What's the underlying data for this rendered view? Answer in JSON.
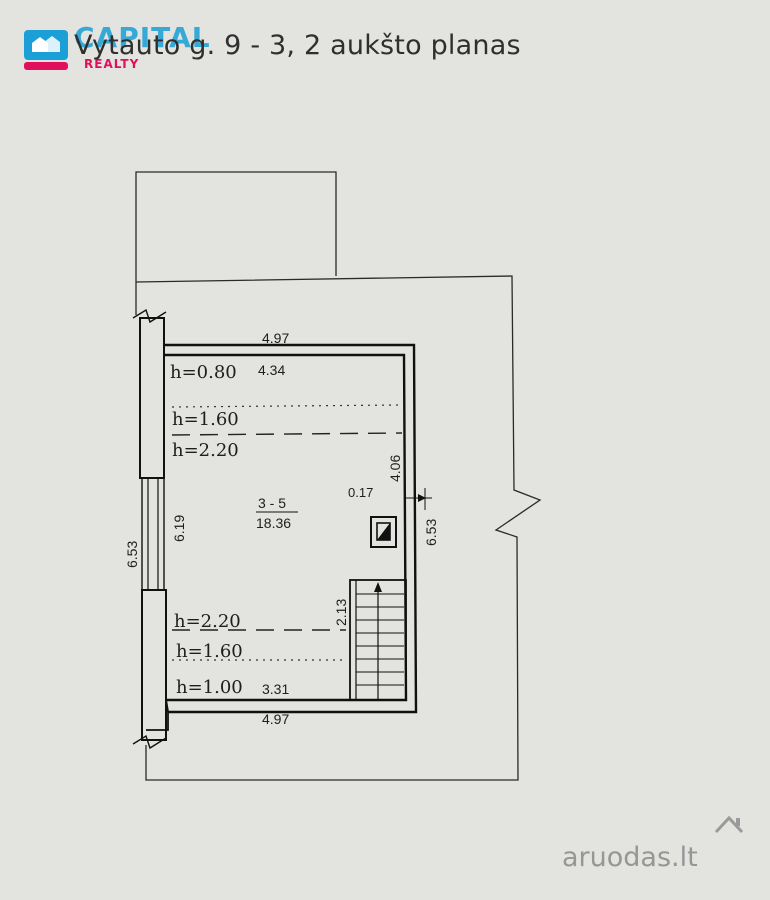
{
  "header": {
    "title": "Vytauto g. 9 - 3, 2 aukšto planas",
    "logo_text": "CAPITAL",
    "logo_subtext": "REALTY"
  },
  "plan": {
    "room_label": "3 - 5",
    "room_area": "18.36",
    "dimensions": {
      "top_outer_width": "4.97",
      "top_inner_width": "4.34",
      "bottom_outer_width": "4.97",
      "bottom_inner_width": "3.31",
      "left_outer_height": "6.53",
      "left_inner_height": "6.19",
      "right_outer_height": "6.53",
      "right_inner_height": "4.06",
      "offset": "0.17",
      "stair_height": "2.13"
    },
    "heights": {
      "top_0": "h=0.80",
      "top_1": "h=1.60",
      "top_2": "h=2.20",
      "bottom_2": "h=2.20",
      "bottom_1": "h=1.60",
      "bottom_0": "h=1.00"
    }
  },
  "watermark": {
    "text": "aruodas.lt"
  },
  "colors": {
    "paper": "#e3e3e0",
    "ink": "#1e1e1e",
    "logo_blue": "#1a9fd6",
    "logo_pink": "#e0105c",
    "watermark": "#8e8e8e"
  }
}
